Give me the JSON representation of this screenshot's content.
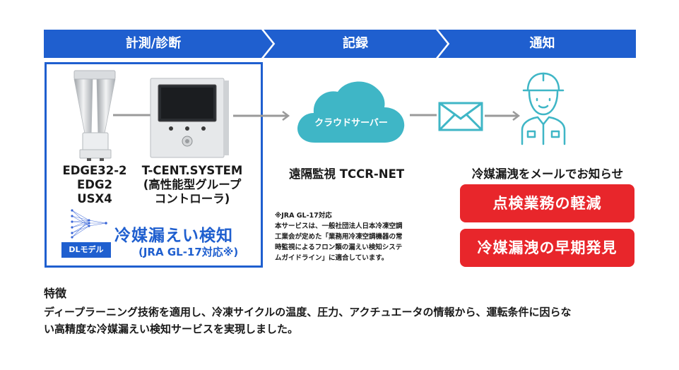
{
  "steps": [
    "計測/診断",
    "記録",
    "通知"
  ],
  "devices": {
    "sensor_models": [
      "EDGE32-2",
      "EDG2",
      "USX4"
    ],
    "controller_name": "T-CENT.SYSTEM",
    "controller_desc_1": "(高性能型グループ",
    "controller_desc_2": "コントローラ)"
  },
  "dl": {
    "badge": "DLモデル",
    "title": "冷媒漏えい検知",
    "subtitle": "(JRA GL-17対応※)"
  },
  "cloud": {
    "label": "クラウドサーバー",
    "caption": "遠隔監視 TCCR-NET"
  },
  "note": {
    "heading": "※JRA GL-17対応",
    "lines": [
      "本サービスは、一般社団法人日本冷凍空調",
      "工業会が定めた「業務用冷凍空調機器の常",
      "時監視によるフロン類の漏えい検知システ",
      "ムガイドライン」に適合しています。"
    ]
  },
  "notify": {
    "caption": "冷媒漏洩をメールでお知らせ",
    "button_1": "点検業務の軽減",
    "button_2": "冷媒漏洩の早期発見"
  },
  "features": {
    "title": "特徴",
    "line_1": "ディープラーニング技術を適用し、冷凍サイクルの温度、圧力、アクチュエータの情報から、運転条件に因らな",
    "line_2": "い高精度な冷媒漏えい検知サービスを実現しました。"
  },
  "colors": {
    "banner": "#1f5fcf",
    "accent_blue": "#1f5fcf",
    "cloud": "#3fb6c6",
    "icon_teal": "#3fb6c6",
    "red": "#e8262b",
    "arrow_gray": "#9a9a9a"
  }
}
